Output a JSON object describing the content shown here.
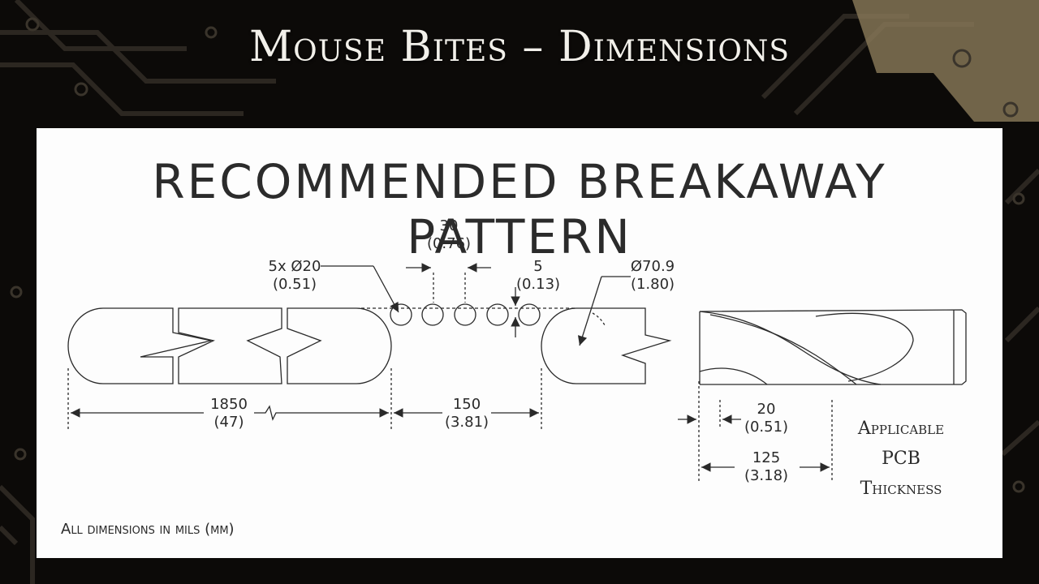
{
  "slide": {
    "title": "Mouse Bites – Dimensions"
  },
  "panel": {
    "title": "RECOMMENDED BREAKAWAY PATTERN",
    "note": "All dimensions in mils (mm)"
  },
  "dimensions": {
    "pitch": {
      "mils": "30",
      "mm": "(0.76)"
    },
    "hole": {
      "mils": "5x Ø20",
      "mm": "(0.51)"
    },
    "gap": {
      "mils": "5",
      "mm": "(0.13)"
    },
    "tool": {
      "mils": "Ø70.9",
      "mm": "(1.80)"
    },
    "length": {
      "mils": "1850",
      "mm": "(47)"
    },
    "spacing": {
      "mils": "150",
      "mm": "(3.81)"
    },
    "flute": {
      "mils": "20",
      "mm": "(0.51)"
    },
    "thickness": {
      "mils": "125",
      "mm": "(3.18)"
    }
  },
  "applicable": {
    "line1": "Applicable",
    "line2": "PCB Thickness"
  },
  "colors": {
    "background": "#0c0a08",
    "trace": "#2c2721",
    "trace_gold": "#8b7a5a",
    "panel": "#fdfdfd",
    "ink": "#2a2a2a"
  }
}
